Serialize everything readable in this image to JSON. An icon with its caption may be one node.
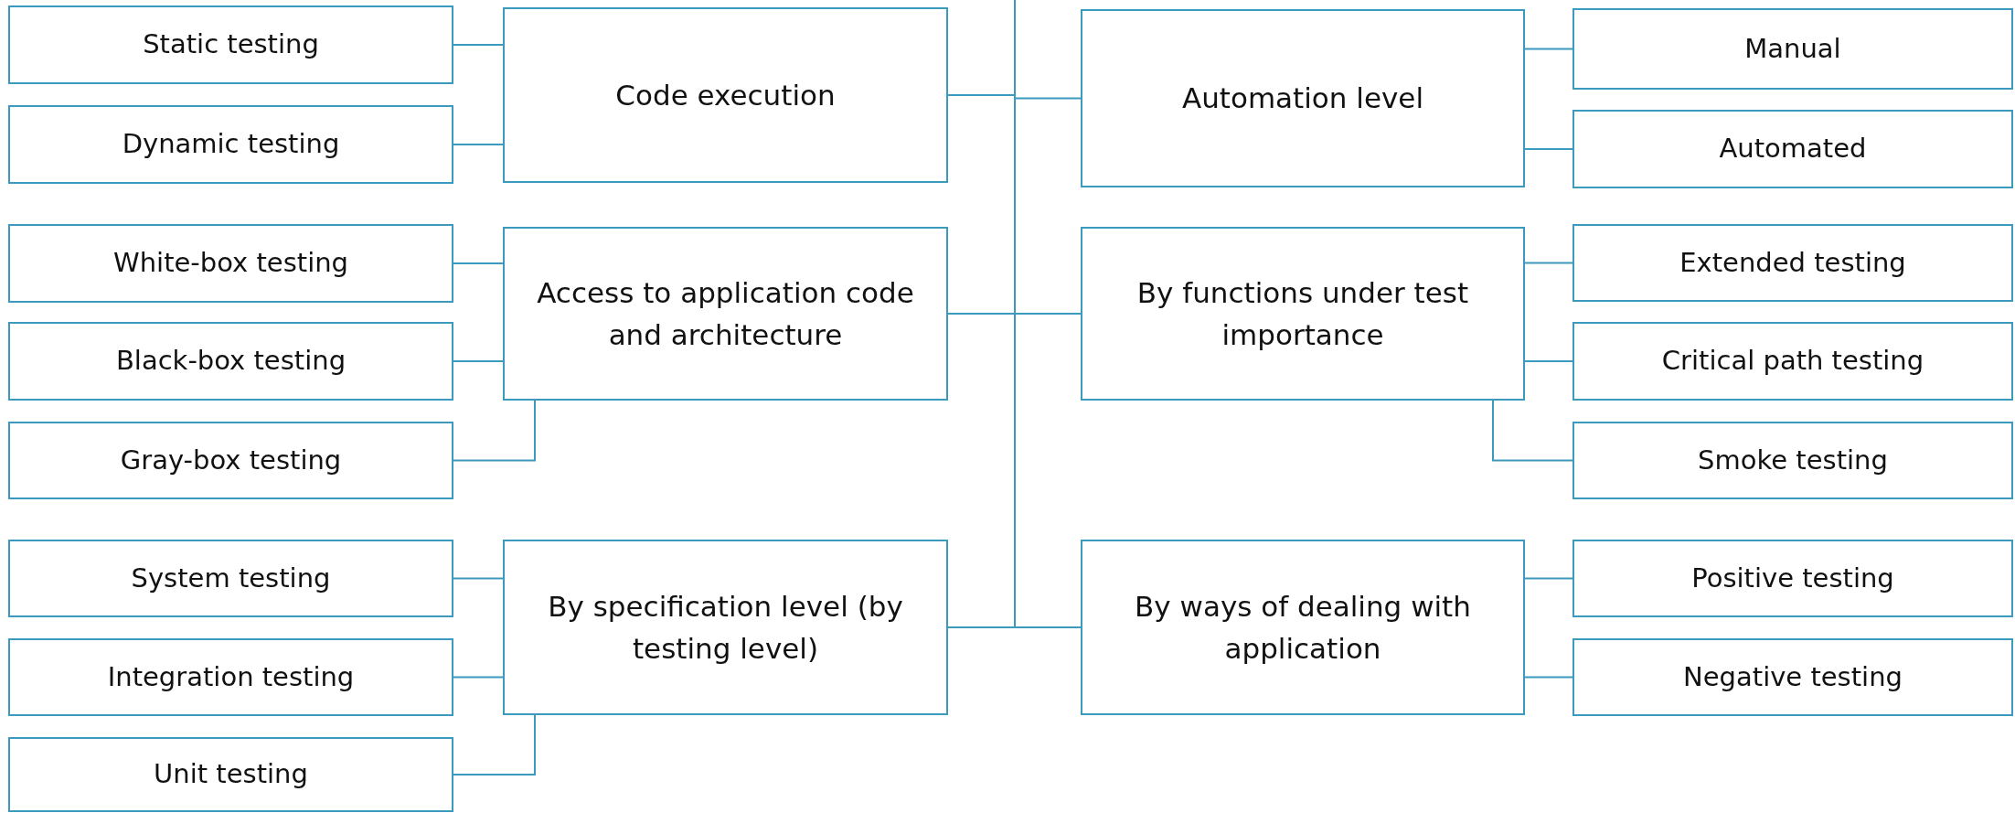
{
  "diagram": {
    "nodes": [
      {
        "text": [
          "Static testing"
        ]
      },
      {
        "text": [
          "Dynamic testing"
        ]
      },
      {
        "text": [
          "Code execution"
        ]
      },
      {
        "text": [
          "Automation level"
        ]
      },
      {
        "text": [
          "Manual"
        ]
      },
      {
        "text": [
          "Automated"
        ]
      },
      {
        "text": [
          "White-box testing"
        ]
      },
      {
        "text": [
          "Black-box testing"
        ]
      },
      {
        "text": [
          "Access to application code and architecture"
        ]
      },
      {
        "text": [
          "By functions under test importance"
        ]
      },
      {
        "text": [
          "Extended testing"
        ]
      },
      {
        "text": [
          "Critical path testing"
        ]
      },
      {
        "text": [
          "Gray-box testing"
        ]
      },
      {
        "text": [
          "Smoke testing"
        ]
      },
      {
        "text": [
          "System testing"
        ]
      },
      {
        "text": [
          "Integration testing"
        ]
      },
      {
        "text": [
          "By specification level (by testing level)"
        ]
      },
      {
        "text": [
          "By ways of dealing with application"
        ]
      },
      {
        "text": [
          "Positive testing"
        ]
      },
      {
        "text": [
          "Negative testing"
        ]
      },
      {
        "text": [
          "Unit testing"
        ]
      }
    ],
    "edges": [
      {
        "from": null,
        "to": 2,
        "arrow": "none"
      },
      {
        "from": null,
        "to": 3,
        "arrow": "none"
      },
      {
        "from": null,
        "to": 8,
        "arrow": "none"
      },
      {
        "from": null,
        "to": 9,
        "arrow": "none"
      },
      {
        "from": null,
        "to": 16,
        "arrow": "none"
      },
      {
        "from": null,
        "to": 17,
        "arrow": "none"
      },
      {
        "from": 2,
        "to": 0,
        "arrow": "none"
      },
      {
        "from": 2,
        "to": 1,
        "arrow": "none"
      },
      {
        "from": 3,
        "to": 4,
        "arrow": "none"
      },
      {
        "from": 3,
        "to": 5,
        "arrow": "none"
      },
      {
        "from": 8,
        "to": 6,
        "arrow": "none"
      },
      {
        "from": 8,
        "to": 7,
        "arrow": "none"
      },
      {
        "from": 8,
        "to": 12,
        "arrow": "none"
      },
      {
        "from": 9,
        "to": 10,
        "arrow": "none"
      },
      {
        "from": 9,
        "to": 11,
        "arrow": "none"
      },
      {
        "from": 9,
        "to": 13,
        "arrow": "none"
      },
      {
        "from": 16,
        "to": 14,
        "arrow": "none"
      },
      {
        "from": 16,
        "to": 15,
        "arrow": "none"
      },
      {
        "from": 16,
        "to": 20,
        "arrow": "none"
      },
      {
        "from": 17,
        "to": 18,
        "arrow": "none"
      },
      {
        "from": 17,
        "to": 19,
        "arrow": "none"
      }
    ]
  }
}
